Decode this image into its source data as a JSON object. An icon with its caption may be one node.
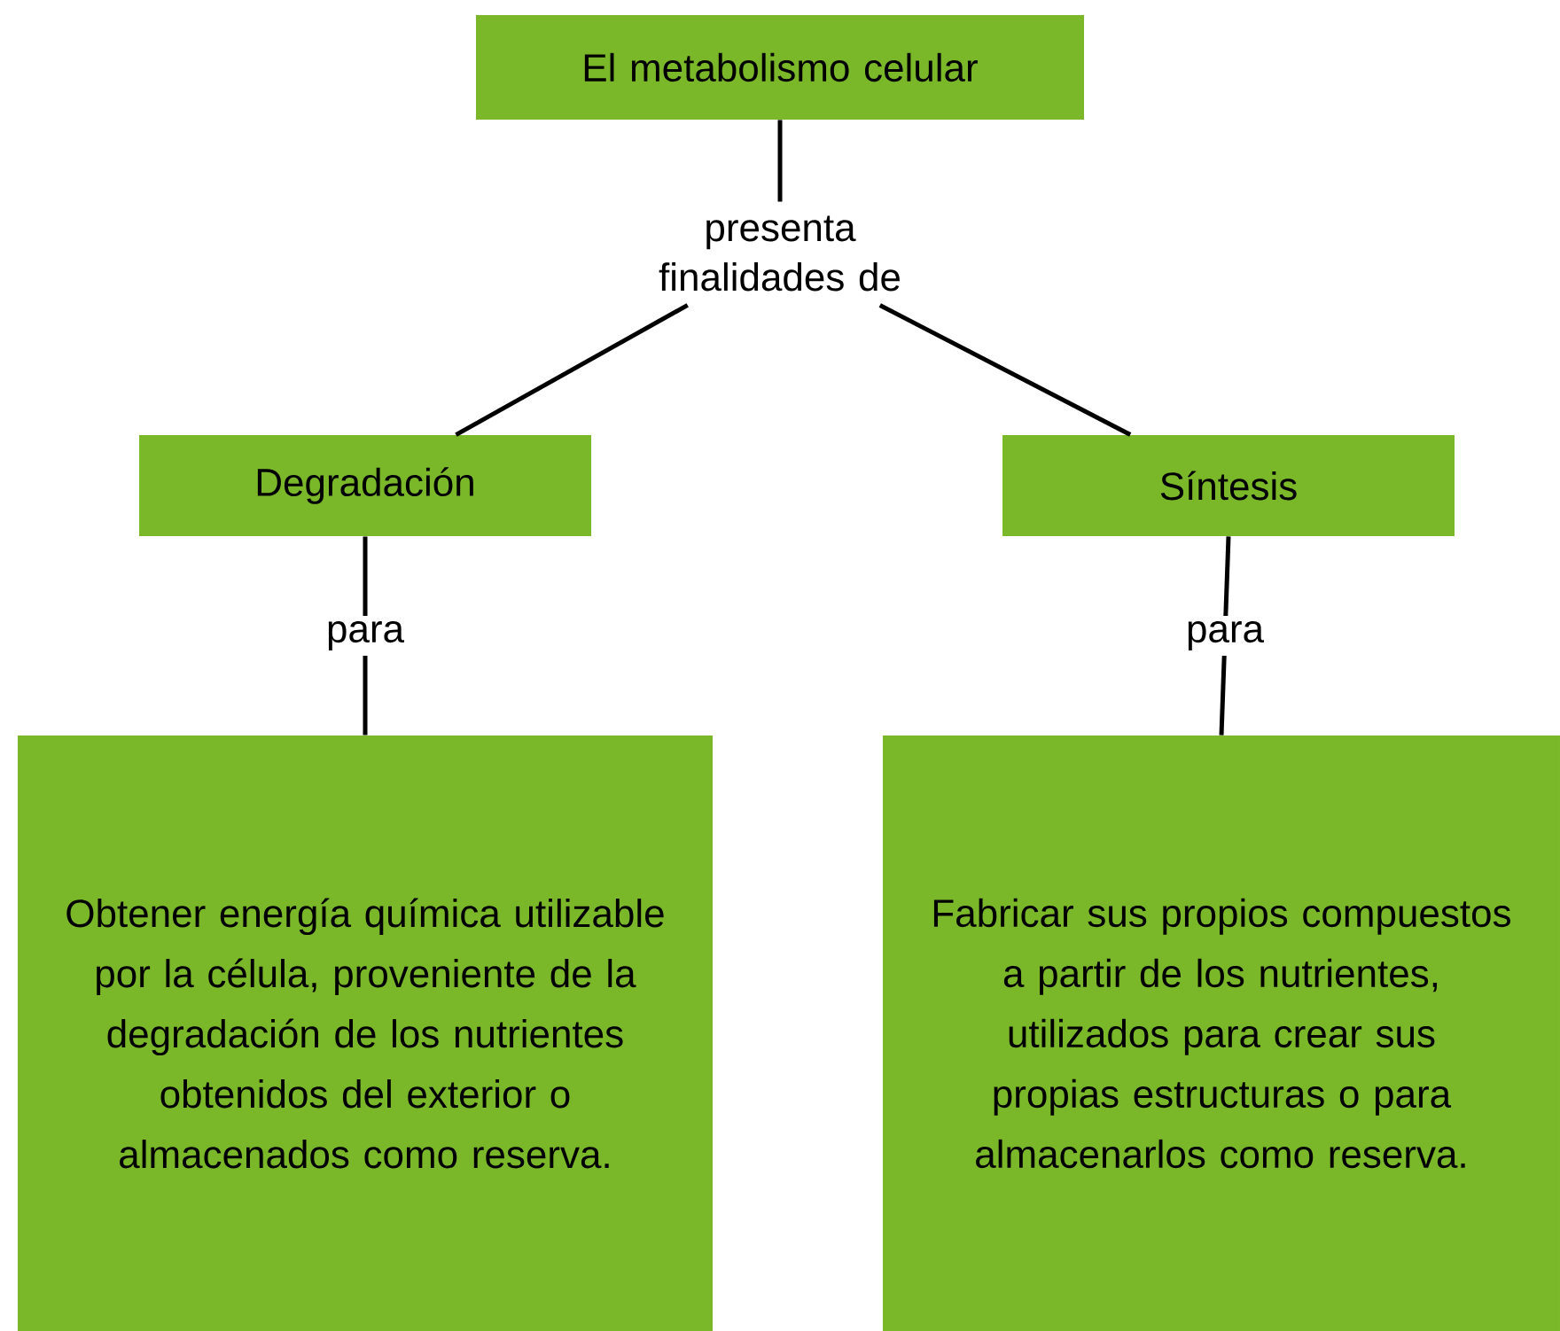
{
  "diagram": {
    "nodes": [
      {
        "text": [
          "El metabolismo celular"
        ]
      },
      {
        "text": [
          "presenta finalidades de"
        ]
      },
      {
        "text": [
          "Degradación"
        ]
      },
      {
        "text": [
          "Síntesis"
        ]
      },
      {
        "text": [
          "Obtener energía química utilizable por la célula, proveniente de la degradación de los nutrientes obtenidos del exterior o almacenados como reserva."
        ]
      },
      {
        "text": [
          "Fabricar sus propios compuestos a partir de los nutrientes, utilizados para crear sus propias estructuras o para almacenarlos como reserva."
        ]
      }
    ],
    "edges": [
      {
        "from": 0,
        "to": 1,
        "arrow": "none"
      },
      {
        "from": 1,
        "to": 2,
        "arrow": "none"
      },
      {
        "from": 1,
        "to": 3,
        "arrow": "none"
      },
      {
        "from": 2,
        "to": 4,
        "arrow": "none",
        "label": "para"
      },
      {
        "from": 3,
        "to": 5,
        "arrow": "none",
        "label": "para"
      }
    ]
  }
}
